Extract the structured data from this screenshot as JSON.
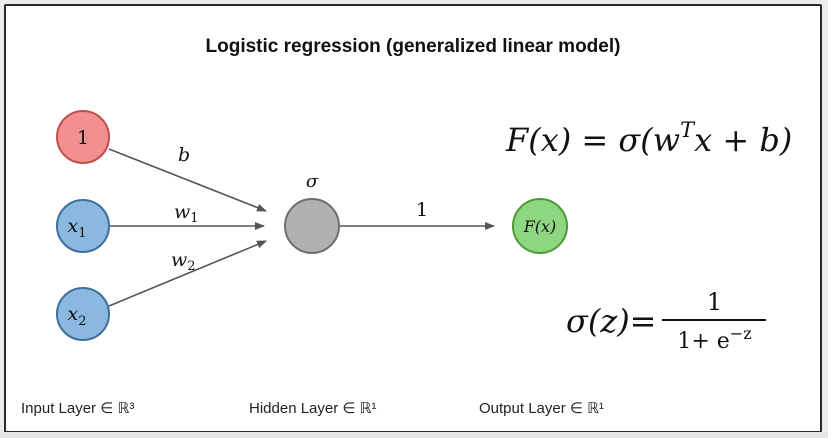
{
  "title": "Logistic regression (generalized linear model)",
  "nodes": {
    "bias": "1",
    "x1": "x",
    "x1_sub": "1",
    "x2": "x",
    "x2_sub": "2",
    "hidden": "σ",
    "output": "F(x)"
  },
  "edges": {
    "bias_weight": "b",
    "w1": "w",
    "w1_sub": "1",
    "w2": "w",
    "w2_sub": "2",
    "out_weight": "1"
  },
  "formula_main": {
    "lhs": "F(x)",
    "eq": "=",
    "sigma_open": "σ(w",
    "sup": "T",
    "rest": "x + b)"
  },
  "formula_sigmoid": {
    "lhs": "σ(z)=",
    "numerator": "1",
    "denominator_base": "1+ e",
    "denominator_exp": "−z"
  },
  "layer_labels": {
    "input": "Input Layer ∈ ℝ³",
    "hidden": "Hidden Layer ∈ ℝ¹",
    "output": "Output Layer ∈ ℝ¹"
  },
  "colors": {
    "bias_fill": "#f1908e",
    "bias_stroke": "#c0504d",
    "input_fill": "#8bb8df",
    "input_stroke": "#3d6e9c",
    "hidden_fill": "#b0b0b0",
    "hidden_stroke": "#6e6e6e",
    "output_fill": "#8fd680",
    "output_stroke": "#4c9a3c",
    "edge": "#555555"
  }
}
